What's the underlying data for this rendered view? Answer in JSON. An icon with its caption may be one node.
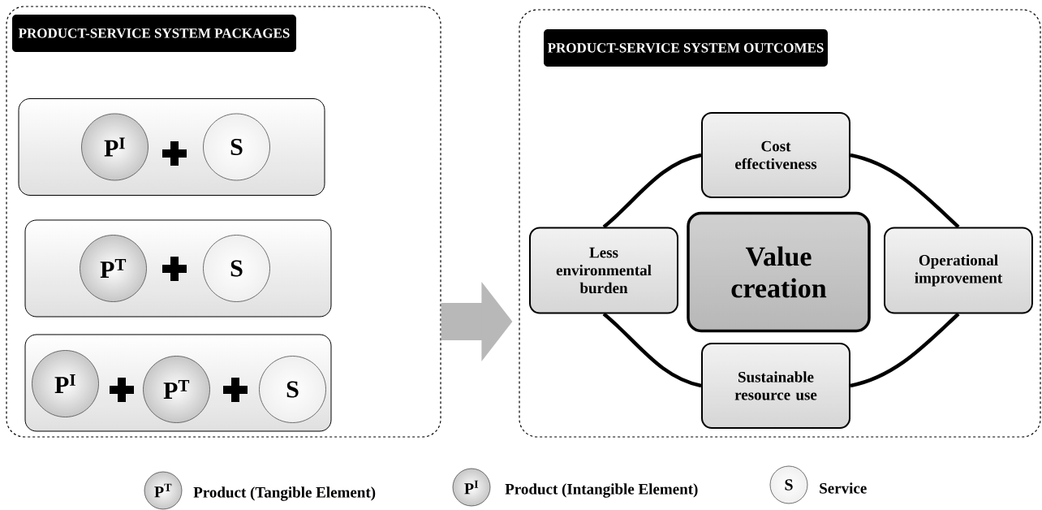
{
  "diagram": {
    "nodes": [
      {
        "text": [
          "PRODUCT-SERVICE SYSTEM PACKAGES"
        ]
      },
      {
        "text": [],
        "shape": "box",
        "in": 0
      },
      {
        "text": [
          "P$^{I}$"
        ],
        "in": 1
      },
      {
        "text": [
          "S"
        ],
        "in": 1
      },
      {
        "text": [],
        "shape": "box",
        "in": 0
      },
      {
        "text": [
          "P$^{T}$"
        ],
        "in": 4
      },
      {
        "text": [
          "S"
        ],
        "in": 4
      },
      {
        "text": [],
        "shape": "box",
        "in": 0
      },
      {
        "text": [
          "P$^{I}$"
        ],
        "in": 7
      },
      {
        "text": [
          "P$^{T}$"
        ],
        "in": 7
      },
      {
        "text": [
          "S"
        ],
        "in": 7
      },
      {
        "text": [
          "PRODUCT-SERVICE SYSTEM OUTCOMES"
        ]
      },
      {
        "text": [
          "Cost effectiveness"
        ],
        "in": 11
      },
      {
        "text": [
          "Less environmental burden"
        ],
        "in": 11
      },
      {
        "text": [
          "Value creation"
        ],
        "in": 11
      },
      {
        "text": [
          "Operational improvement"
        ],
        "in": 11
      },
      {
        "text": [
          "Sustainable resource use"
        ],
        "in": 11
      }
    ],
    "edges": [
      {
        "from": 0,
        "to": 11,
        "arrow": "to",
        "style": "thick",
        "color": "#b8b8b8"
      },
      {
        "from": 12,
        "to": 15,
        "arrow": "none"
      },
      {
        "from": 15,
        "to": 16,
        "arrow": "none"
      },
      {
        "from": 16,
        "to": 13,
        "arrow": "none"
      },
      {
        "from": 13,
        "to": 12,
        "arrow": "none"
      }
    ],
    "labels": [
      "P$^{T}$",
      "P$^{I}$",
      "S"
    ],
    "legend": [
      {
        "text": "Product (Tangible Element)"
      },
      {
        "text": "Product (Intangible Element)"
      },
      {
        "text": "Service"
      }
    ]
  }
}
